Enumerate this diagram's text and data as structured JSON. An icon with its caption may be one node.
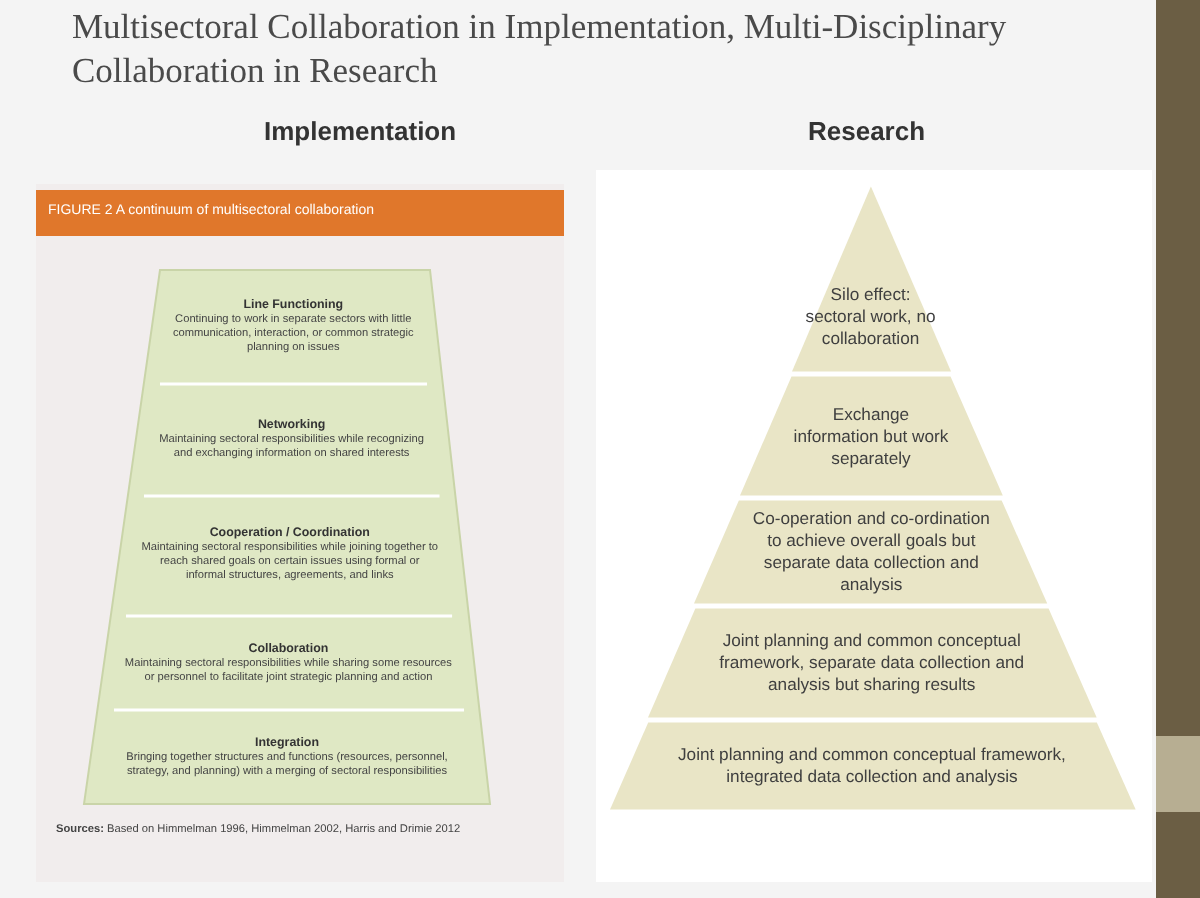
{
  "diagram": {
    "title": "Multisectoral Collaboration in Implementation, Multi-Disciplinary Collaboration in Research",
    "nodes": [
      {
        "text": [
          "FIGURE 2 A continuum of multisectoral collaboration",
          "**Sources:** Based on Himmelman 1996, Himmelman 2002, Harris and Drimie 2012"
        ]
      },
      {
        "text": [
          "Line Functioning",
          "Continuing to work in separate sectors with little communication, interaction, or common strategic planning on issues"
        ],
        "in": 0
      },
      {
        "text": [
          "Networking",
          "Maintaining sectoral responsibilities while recognizing and exchanging information on shared interests"
        ],
        "in": 0
      },
      {
        "text": [
          "Cooperation / Coordination",
          "Maintaining sectoral responsibilities while joining together to reach shared goals on certain issues using formal or informal structures, agreements, and links"
        ],
        "in": 0
      },
      {
        "text": [
          "Collaboration",
          "Maintaining sectoral responsibilities while sharing some resources or personnel to facilitate joint strategic planning and action"
        ],
        "in": 0
      },
      {
        "text": [
          "Integration",
          "Bringing together structures and functions (resources, personnel, strategy, and planning) with a merging of sectoral responsibilities"
        ],
        "in": 0
      },
      {
        "text": [
          "Silo effect: sectoral work, no collaboration"
        ]
      },
      {
        "text": [
          "Exchange information but work separately"
        ]
      },
      {
        "text": [
          "Co-operation and co-ordination to achieve overall goals but separate data collection and analysis"
        ]
      },
      {
        "text": [
          "Joint planning and common conceptual framework, separate data collection and analysis but sharing results"
        ]
      },
      {
        "text": [
          "Joint planning and common conceptual framework, integrated data collection and analysis"
        ]
      }
    ],
    "labels": [
      "Implementation",
      "Research"
    ]
  }
}
